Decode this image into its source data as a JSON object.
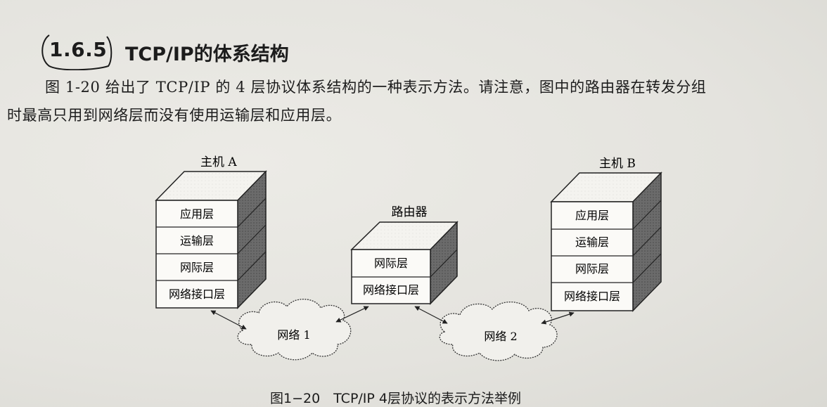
{
  "section": {
    "number": "1.6.5",
    "title": "TCP/IP的体系结构"
  },
  "paragraph": {
    "line1": "图 1-20 给出了 TCP/IP 的 4 层协议体系结构的一种表示方法。请注意，图中的路由器在转发分组",
    "line2": "时最高只用到网络层而没有使用运输层和应用层。"
  },
  "figure": {
    "hostA": {
      "label": "主机 A",
      "layers": [
        "应用层",
        "运输层",
        "网际层",
        "网络接口层"
      ]
    },
    "router": {
      "label": "路由器",
      "layers": [
        "网际层",
        "网络接口层"
      ]
    },
    "hostB": {
      "label": "主机 B",
      "layers": [
        "应用层",
        "运输层",
        "网际层",
        "网络接口层"
      ]
    },
    "network1": "网络 1",
    "network2": "网络 2",
    "caption": "图1−20　TCP/IP 4层协议的表示方法举例"
  }
}
